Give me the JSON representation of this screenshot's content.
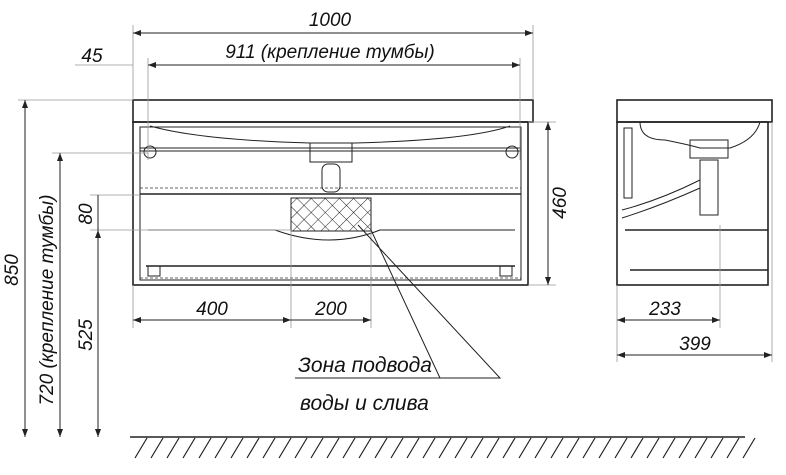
{
  "dimensions": {
    "total_width": "1000",
    "mount_width": "911 (крепление тумбы)",
    "offset_left": "45",
    "height_cabinet": "460",
    "total_height": "850",
    "mount_height": "720 (крепление тумбы)",
    "height_525": "525",
    "height_80": "80",
    "dist_400": "400",
    "dist_200": "200",
    "side_233": "233",
    "side_399": "399"
  },
  "callout": {
    "line1": "Зона подвода",
    "line2": "воды и слива"
  }
}
